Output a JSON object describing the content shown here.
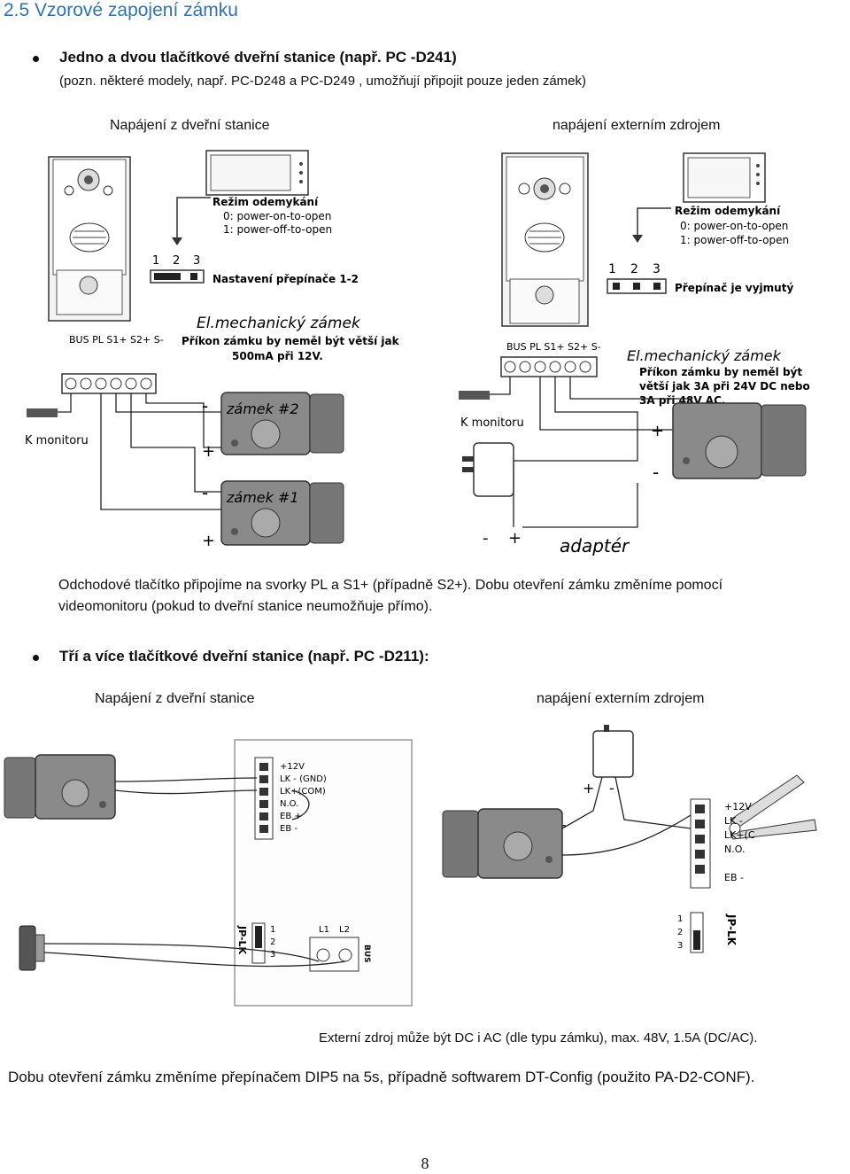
{
  "heading": "2.5  Vzorové zapojení zámku",
  "section1": {
    "bullet_title": "Jedno a dvou tlačítkové dveřní stanice (např.   PC -D241)",
    "note": "(pozn. některé modely, např.   PC-D248 a PC-D249 , umožňují připojit pouze jeden zámek)",
    "left_caption": "Napájení z dveřní stanice",
    "right_caption": "napájení externím zdrojem",
    "left_diagram": {
      "mode_title": "Režim odemykání",
      "mode_0": "0: power-on-to-open",
      "mode_1": "1: power-off-to-open",
      "switch_numbers": [
        "1",
        "2",
        "3"
      ],
      "switch_label": "Nastavení přepínače 1-2",
      "lock_title": "El.mechanický zámek",
      "lock_note_1": "Příkon zámku by neměl být větší jak",
      "lock_note_2": "500mA při 12V.",
      "terminals": "BUS  PL  S1+  S2+  S-",
      "monitor_label": "K monitoru",
      "lock2_label": "zámek #2",
      "lock1_label": "zámek #1",
      "minus": "-",
      "plus": "+"
    },
    "right_diagram": {
      "mode_title": "Režim odemykání",
      "mode_0": "0: power-on-to-open",
      "mode_1": "1: power-off-to-open",
      "switch_numbers": [
        "1",
        "2",
        "3"
      ],
      "switch_label": "Přepínač je vyjmutý",
      "terminals": "BUS  PL  S1+  S2+  S-",
      "lock_title": "El.mechanický    zámek",
      "lock_note_1": "Příkon   zámku   by   neměl   být",
      "lock_note_2": "větší  jak  3A  při  24V  DC  nebo",
      "lock_note_3": "3A při 48V AC.",
      "monitor_label": "K monitoru",
      "adapter_label": "adaptér",
      "minus": "-",
      "plus": "+"
    },
    "text_line1": "Odchodové tlačítko připojíme na svorky PL a S1+ (případně S2+). Dobu otevření zámku změníme pomocí",
    "text_line2": "videomonitoru (pokud to dveřní stanice neumožňuje přímo)."
  },
  "section2": {
    "bullet_title": "Tří a více tlačítkové dveřní stanice (např.   PC -D211):",
    "left_caption": "Napájení z dveřní stanice",
    "right_caption": "napájení externím zdrojem",
    "terminals": [
      "+12V",
      "LK - (GND)",
      "LK+(COM)",
      "N.O.",
      "EB +",
      "EB -"
    ],
    "terminals_right": [
      "+12V",
      "LK -",
      "LK+(C",
      "N.O.",
      "EB -"
    ],
    "jp_label": "JP-LK",
    "jp_numbers": [
      "1",
      "2",
      "3"
    ],
    "l_labels": [
      "L1",
      "L2"
    ],
    "bus_label": "BUS",
    "plus": "+",
    "minus": "-",
    "ext_note": "Externí zdroj může být DC i AC (dle typu zámku), max. 48V, 1.5A (DC/AC)."
  },
  "footer_text": "Dobu otevření zámku změníme přepínačem DIP5 na 5s, případně softwarem DT-Config  (použito  PA-D2-CONF).",
  "page_number": "8"
}
